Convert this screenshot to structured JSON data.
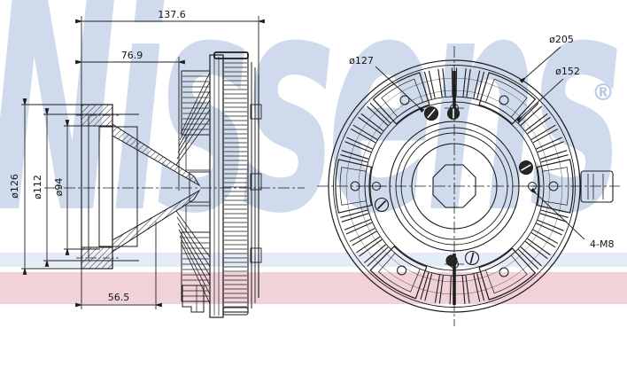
{
  "brand": {
    "watermark": "Nissens",
    "registered": "®"
  },
  "colors": {
    "line": "#1c1c1c",
    "watermark_blue": "#a9bedd",
    "band_pink": "#eec3cc",
    "band_blue": "#ccdcf0"
  },
  "side_view": {
    "title": "side-cross-section-view",
    "dims": {
      "overall_width": "137.6",
      "front_width": "76.9",
      "hub_depth": "56.5",
      "flange_outer_dia": "ø126",
      "flange_mid_dia": "ø112",
      "flange_inner_dia": "ø94"
    }
  },
  "front_view": {
    "title": "front-view",
    "dims": {
      "bolt_circle_dia": "ø127",
      "outer_dia": "ø205",
      "fin_inner_dia": "ø152",
      "mounting_thread": "4-M8"
    }
  }
}
